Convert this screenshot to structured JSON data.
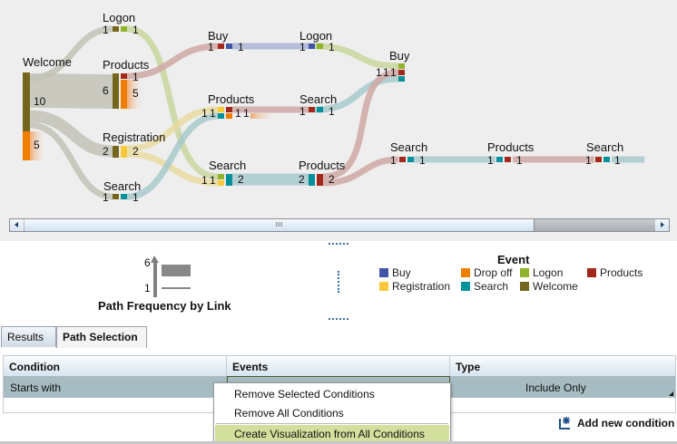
{
  "diagram": {
    "colors": {
      "Buy": "#3f56a8",
      "Drop off": "#ef7e00",
      "Logon": "#8fb32a",
      "Products": "#a1281a",
      "Registration": "#f7c93b",
      "Search": "#00919a",
      "Welcome": "#73651b"
    },
    "nodes": [
      {
        "label": "Welcome",
        "counts": [
          "10",
          "5"
        ]
      },
      {
        "label": "Logon",
        "counts": [
          "1",
          "1"
        ]
      },
      {
        "label": "Products",
        "counts": [
          "6",
          "1",
          "5"
        ]
      },
      {
        "label": "Registration",
        "counts": [
          "2",
          "2"
        ]
      },
      {
        "label": "Search",
        "counts": [
          "1",
          "1"
        ]
      },
      {
        "label": "Buy",
        "counts": [
          "1",
          "1"
        ]
      },
      {
        "label": "Products",
        "counts": [
          "1",
          "1",
          "1",
          "1"
        ]
      },
      {
        "label": "Search",
        "counts": [
          "1",
          "1",
          "2"
        ]
      },
      {
        "label": "Logon",
        "counts": [
          "1",
          "1"
        ]
      },
      {
        "label": "Search",
        "counts": [
          "1",
          "1"
        ]
      },
      {
        "label": "Products",
        "counts": [
          "2",
          "2"
        ]
      },
      {
        "label": "Buy",
        "counts": [
          "1",
          "1",
          "1"
        ]
      },
      {
        "label": "Search",
        "counts": [
          "1",
          "1"
        ]
      },
      {
        "label": "Products",
        "counts": [
          "1",
          "1"
        ]
      },
      {
        "label": "Search",
        "counts": [
          "1",
          "1"
        ]
      }
    ],
    "scroll_grip": "IIII"
  },
  "frequency_legend": {
    "max": "6",
    "min": "1",
    "title": "Path Frequency by Link"
  },
  "event_legend": {
    "title": "Event",
    "items": [
      {
        "label": "Buy",
        "color": "#3f56a8"
      },
      {
        "label": "Drop off",
        "color": "#ef7e00"
      },
      {
        "label": "Logon",
        "color": "#8fb32a"
      },
      {
        "label": "Products",
        "color": "#a1281a"
      },
      {
        "label": "Registration",
        "color": "#f7c93b"
      },
      {
        "label": "Search",
        "color": "#00919a"
      },
      {
        "label": "Welcome",
        "color": "#73651b"
      }
    ]
  },
  "tabs": [
    {
      "label": "Results"
    },
    {
      "label": "Path Selection",
      "active": true
    }
  ],
  "table": {
    "headers": [
      "Condition",
      "Events",
      "Type"
    ],
    "rows": [
      {
        "condition": "Starts with",
        "events": "",
        "type": "Include Only"
      }
    ]
  },
  "context_menu": [
    "Remove Selected Conditions",
    "Remove All Conditions",
    "Create Visualization from All Conditions"
  ],
  "add_condition": "Add new condition"
}
